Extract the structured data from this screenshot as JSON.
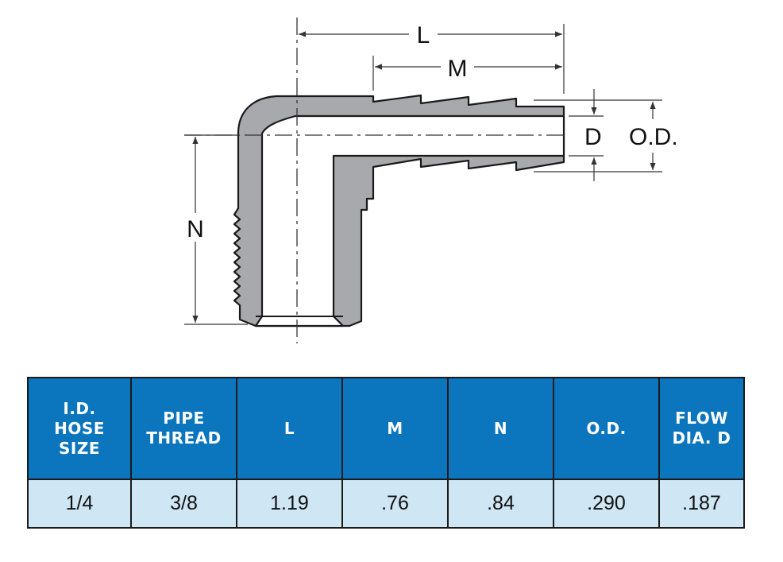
{
  "diagram": {
    "labels": {
      "L": "L",
      "M": "M",
      "D": "D",
      "OD": "O.D.",
      "N": "N"
    },
    "colors": {
      "body": "#a8a9ac",
      "outline": "#1a1a1a",
      "line": "#333333"
    }
  },
  "table": {
    "header_color": "#0b75bd",
    "row_color": "#cfe6f4",
    "headers": [
      "I.D.\nHOSE\nSIZE",
      "PIPE\nTHREAD",
      "L",
      "M",
      "N",
      "O.D.",
      "FLOW\nDIA. D"
    ],
    "rows": [
      [
        "1/4",
        "3/8",
        "1.19",
        ".76",
        ".84",
        ".290",
        ".187"
      ]
    ]
  }
}
